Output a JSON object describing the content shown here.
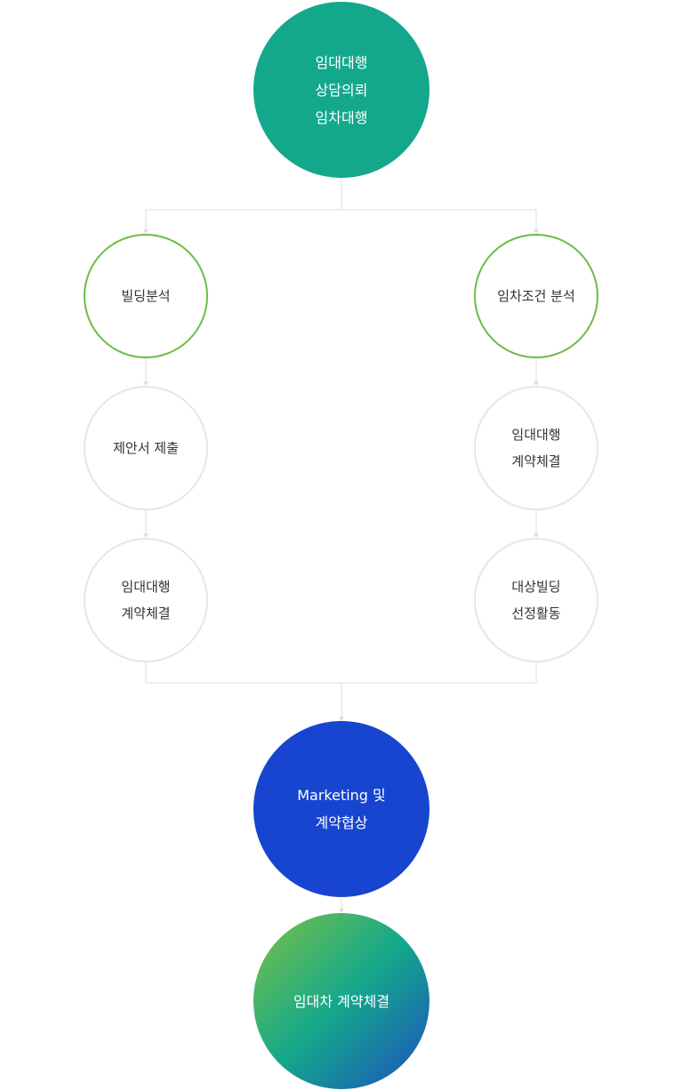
{
  "nodes": {
    "top": {
      "label": "임대대행\n상담의뢰\n임차대행",
      "color": "#13a88c"
    },
    "left_1": {
      "label": "빌딩분석"
    },
    "left_2": {
      "label": "제안서 제출"
    },
    "left_3": {
      "label": "임대대행\n계약체결"
    },
    "right_1": {
      "label": "임차조건 분석"
    },
    "right_2": {
      "label": "임대대행\n계약체결"
    },
    "right_3": {
      "label": "대상빌딩\n선정활동"
    },
    "marketing": {
      "label": "Marketing 및\n계약협상",
      "color": "#1745cf"
    },
    "final": {
      "label": "임대차 계약체결",
      "gradient": [
        "#7dc242",
        "#13a88c",
        "#1f4fbf"
      ]
    }
  },
  "colors": {
    "connector": "#dddddd",
    "green_ring": "#6cbd45",
    "gray_ring": "#e6e6e6"
  }
}
